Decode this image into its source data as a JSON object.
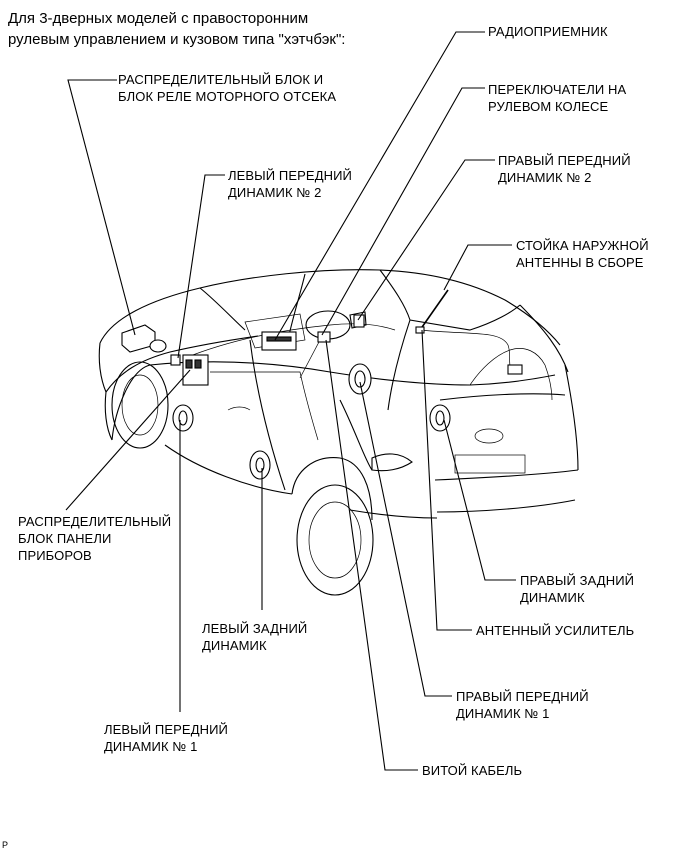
{
  "heading": "Для 3-дверных моделей с правосторонним\nрулевым управлением и кузовом типа \"хэтчбэк\":",
  "figure_code": "P",
  "labels": {
    "engine_relay_block": "РАСПРЕДЕЛИТЕЛЬНЫЙ БЛОК И\nБЛОК РЕЛЕ МОТОРНОГО ОТСЕКА",
    "radio_receiver": "РАДИОПРИЕМНИК",
    "steering_switches": "ПЕРЕКЛЮЧАТЕЛИ НА\nРУЛЕВОМ КОЛЕСЕ",
    "front_left_speaker_2": "ЛЕВЫЙ ПЕРЕДНИЙ\nДИНАМИК № 2",
    "front_right_speaker_2": "ПРАВЫЙ ПЕРЕДНИЙ\nДИНАМИК № 2",
    "antenna_pole": "СТОЙКА НАРУЖНОЙ\nАНТЕННЫ В СБОРЕ",
    "instrument_panel_block": "РАСПРЕДЕЛИТЕЛЬНЫЙ\nБЛОК ПАНЕЛИ\nПРИБОРОВ",
    "rear_right_speaker": "ПРАВЫЙ ЗАДНИЙ\nДИНАМИК",
    "rear_left_speaker": "ЛЕВЫЙ ЗАДНИЙ\nДИНАМИК",
    "antenna_amplifier": "АНТЕННЫЙ УСИЛИТЕЛЬ",
    "front_right_speaker_1": "ПРАВЫЙ ПЕРЕДНИЙ\nДИНАМИК № 1",
    "front_left_speaker_1": "ЛЕВЫЙ ПЕРЕДНИЙ\nДИНАМИК № 1",
    "spiral_cable": "ВИТОЙ КАБЕЛЬ"
  }
}
